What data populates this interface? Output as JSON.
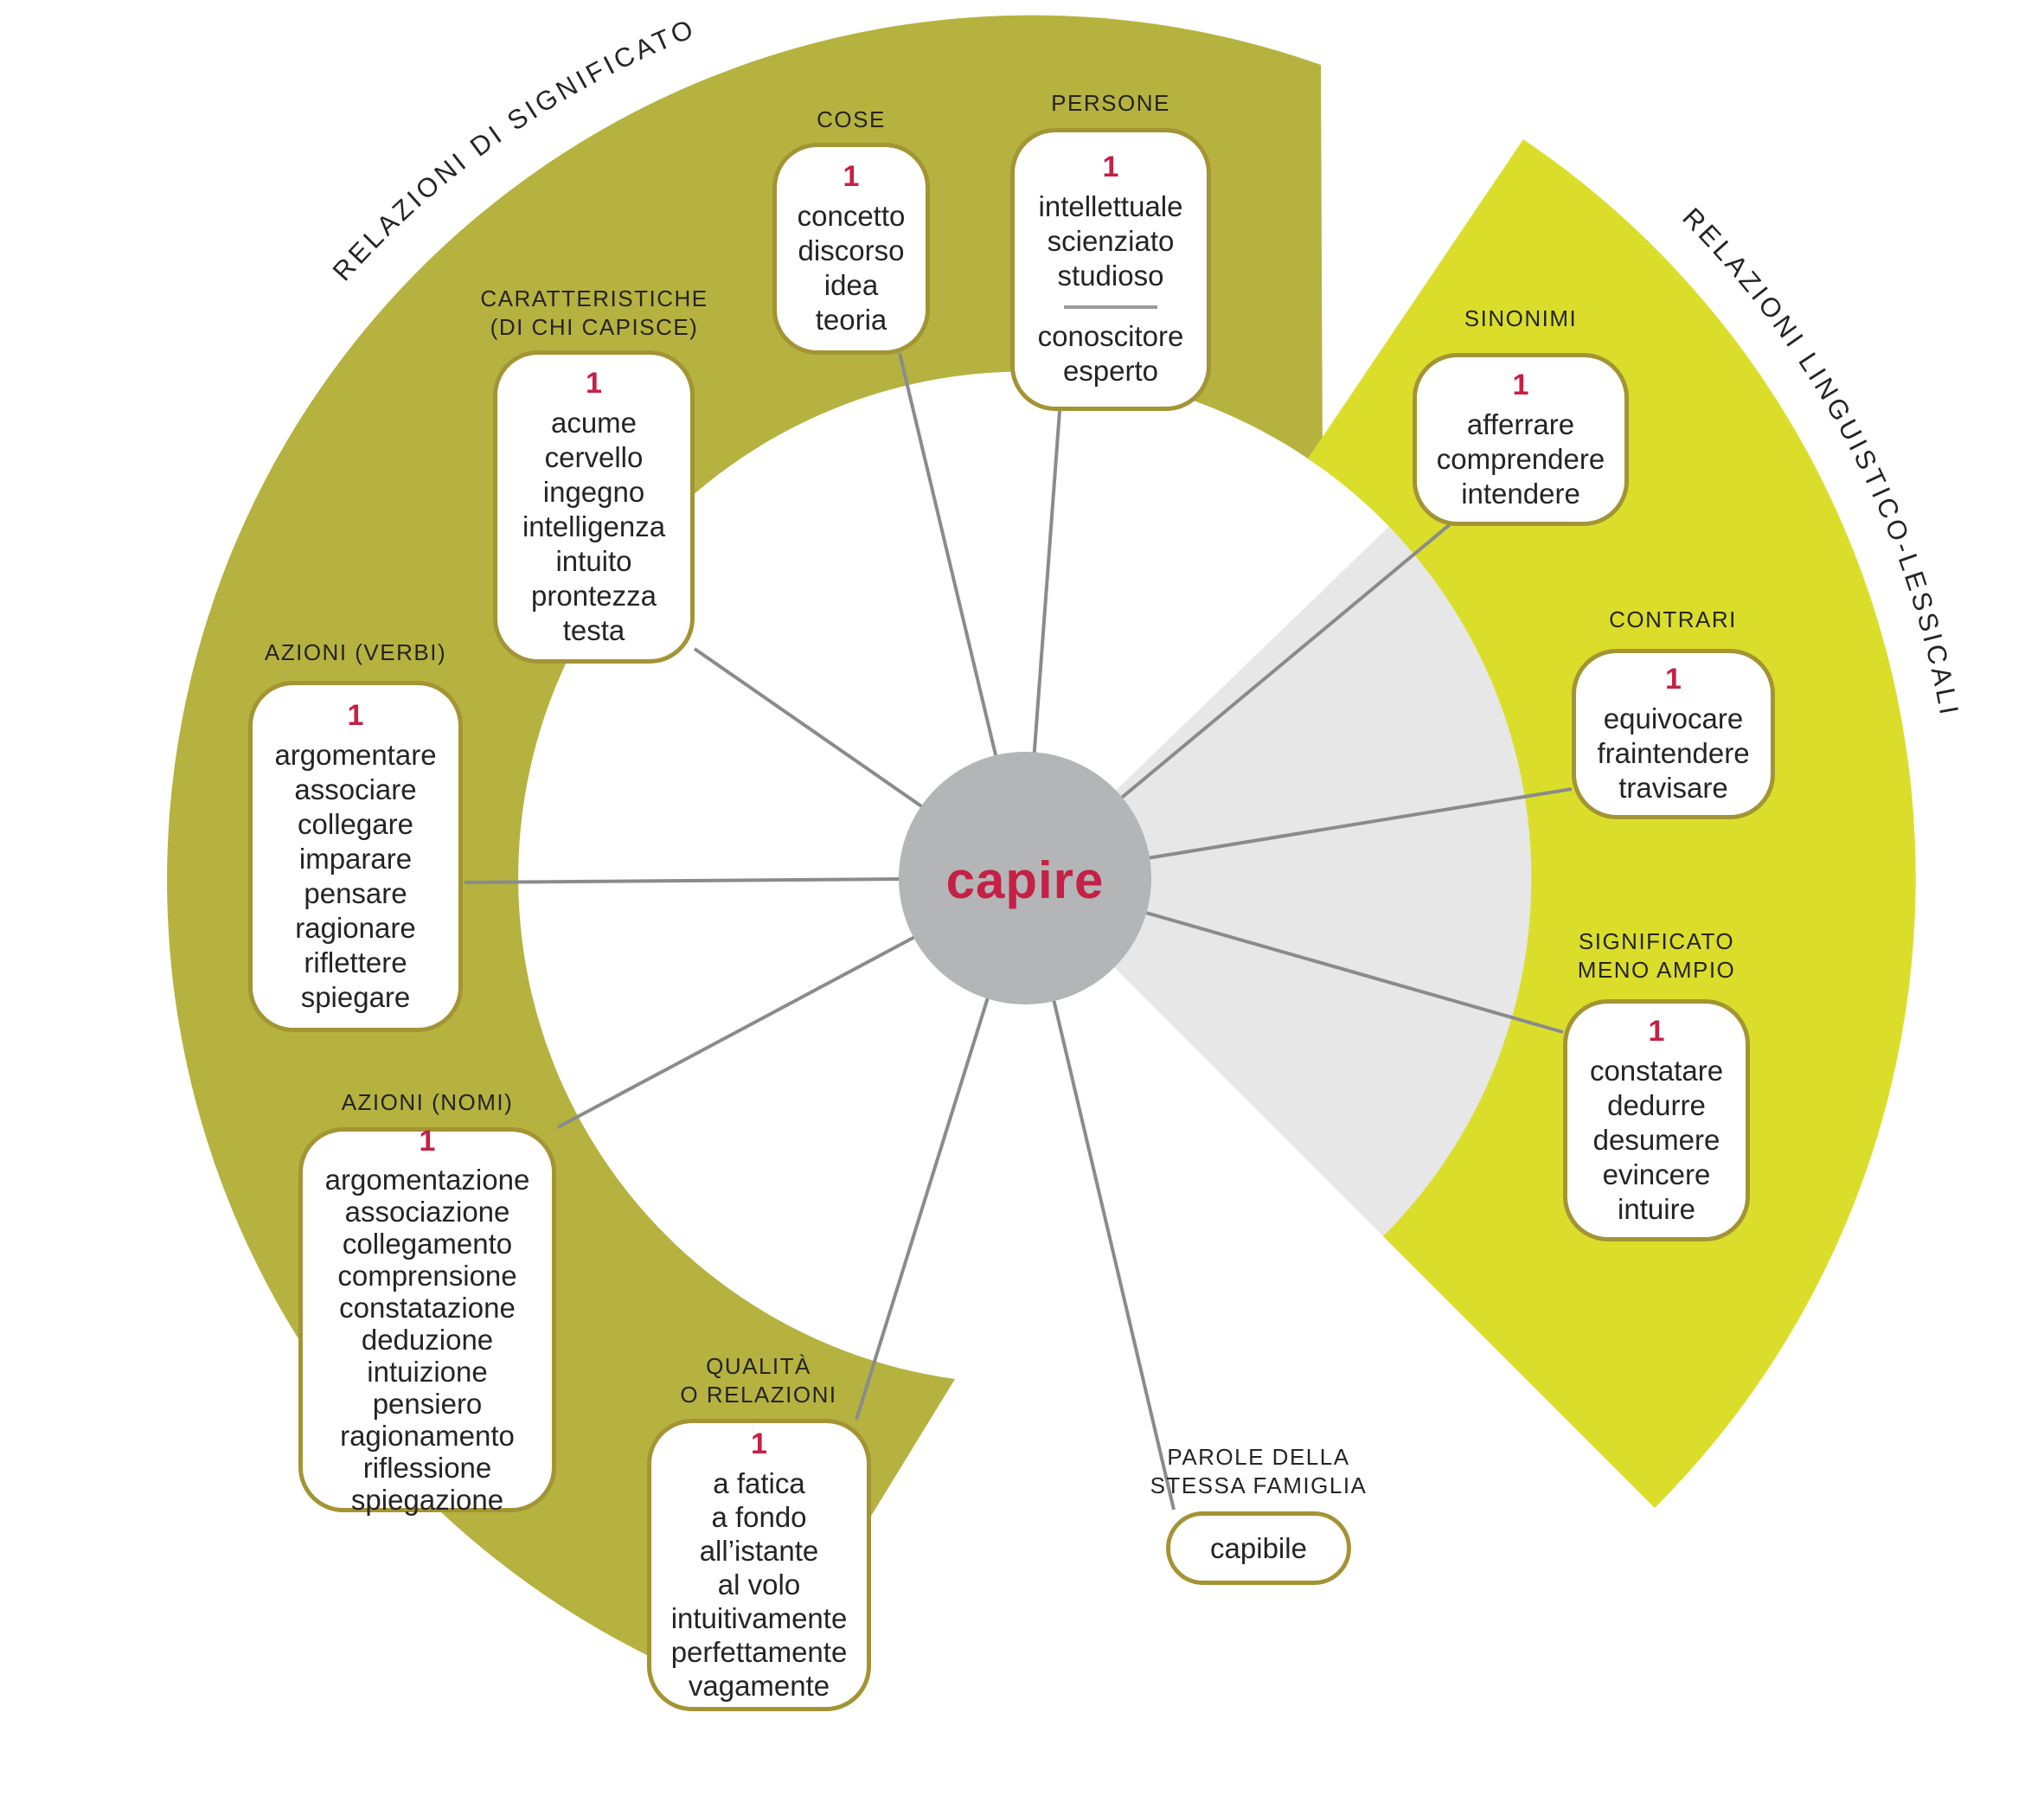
{
  "title_word": "capire",
  "sense_number": "1",
  "arc_labels": {
    "left": "RELAZIONI DI SIGNIFICATO",
    "right": "RELAZIONI LINGUISTICO-LESSICALI"
  },
  "colors": {
    "meaning_band_olive": "#b5b240",
    "lexical_band_yellow": "#dade2b",
    "highlight_wedge_gray": "#e7e7e8",
    "center_circle_gray": "#b4b5b7",
    "accent_red": "#c52045",
    "box_border_gold": "#a39434",
    "connector_gray": "#8a8b8d",
    "text_black": "#262324"
  },
  "boxes": {
    "cose": {
      "label": [
        "COSE"
      ],
      "words": [
        "concetto",
        "discorso",
        "idea",
        "teoria"
      ]
    },
    "persone": {
      "label": [
        "PERSONE"
      ],
      "words": [
        "intellettuale",
        "scienziato",
        "studioso"
      ],
      "words_secondary": [
        "conoscitore",
        "esperto"
      ]
    },
    "sinonimi": {
      "label": [
        "SINONIMI"
      ],
      "words": [
        "afferrare",
        "comprendere",
        "intendere"
      ]
    },
    "contrari": {
      "label": [
        "CONTRARI"
      ],
      "words": [
        "equivocare",
        "fraintendere",
        "travisare"
      ]
    },
    "significato_meno_ampio": {
      "label": [
        "SIGNIFICATO",
        "MENO AMPIO"
      ],
      "words": [
        "constatare",
        "dedurre",
        "desumere",
        "evincere",
        "intuire"
      ]
    },
    "parole_stessa_famiglia": {
      "label": [
        "PAROLE DELLA",
        "STESSA FAMIGLIA"
      ],
      "words": [
        "capibile"
      ]
    },
    "qualita_o_relazioni": {
      "label": [
        "QUALITÀ",
        "O RELAZIONI"
      ],
      "words": [
        "a fatica",
        "a fondo",
        "all’istante",
        "al volo",
        "intuitivamente",
        "perfettamente",
        "vagamente"
      ]
    },
    "azioni_nomi": {
      "label": [
        "AZIONI (NOMI)"
      ],
      "words": [
        "argomentazione",
        "associazione",
        "collegamento",
        "comprensione",
        "constatazione",
        "deduzione",
        "intuizione",
        "pensiero",
        "ragionamento",
        "riflessione",
        "spiegazione"
      ]
    },
    "azioni_verbi": {
      "label": [
        "AZIONI (VERBI)"
      ],
      "words": [
        "argomentare",
        "associare",
        "collegare",
        "imparare",
        "pensare",
        "ragionare",
        "riflettere",
        "spiegare"
      ]
    },
    "caratteristiche": {
      "label": [
        "CARATTERISTICHE",
        "(DI CHI CAPISCE)"
      ],
      "words": [
        "acume",
        "cervello",
        "ingegno",
        "intelligenza",
        "intuito",
        "prontezza",
        "testa"
      ]
    }
  }
}
